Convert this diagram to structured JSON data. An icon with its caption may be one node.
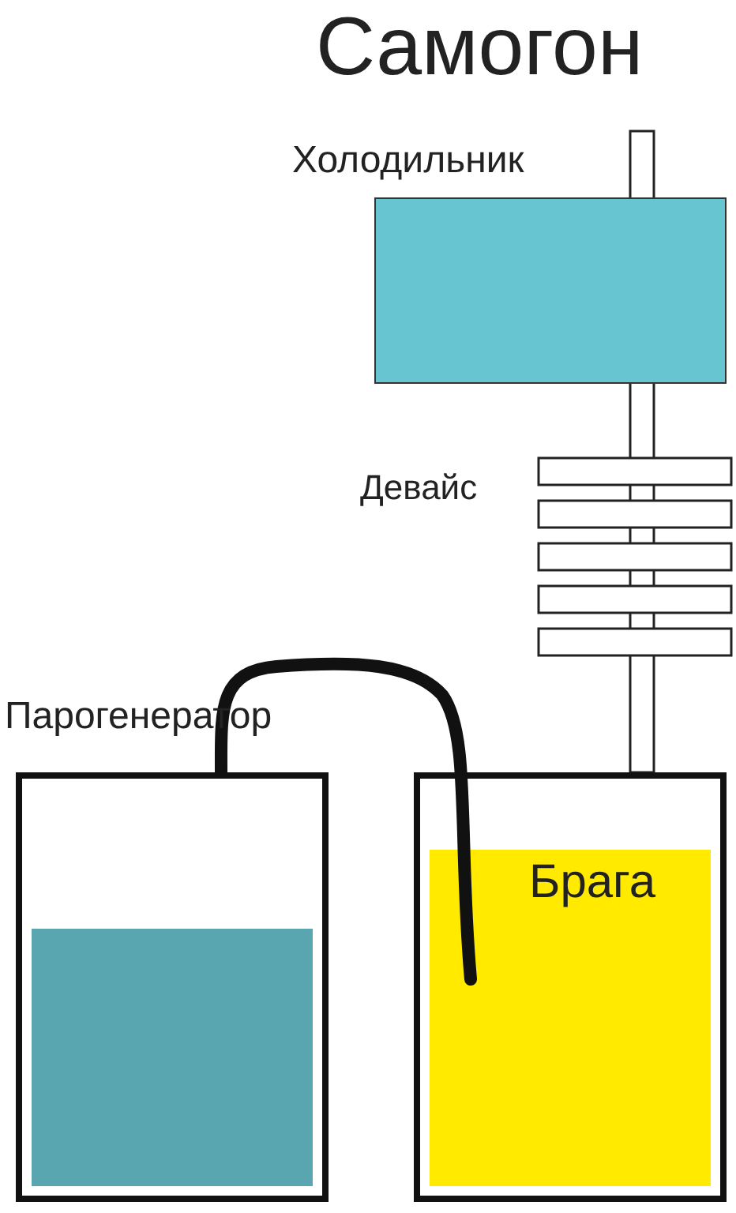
{
  "diagram": {
    "title": "Самогон",
    "nodes": [
      {
        "text": [
          "Холодильник"
        ]
      },
      {
        "text": [
          "Девайс"
        ]
      },
      {
        "text": [
          "Парогенератор"
        ]
      },
      {
        "text": [
          "Брага"
        ]
      },
      {
        "text": [],
        "shape": "bar"
      }
    ],
    "edges": [
      {
        "from": 2,
        "to": 3,
        "arrow": "none"
      }
    ]
  }
}
